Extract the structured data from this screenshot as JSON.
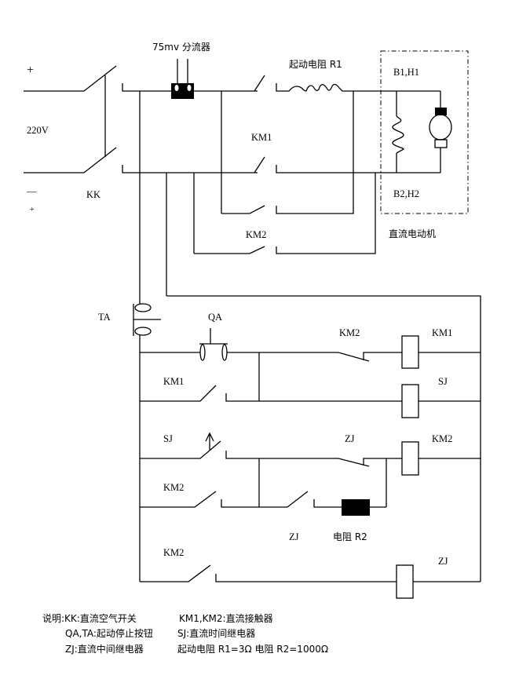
{
  "diagram": {
    "title": "直流电动机启动控制电路",
    "power": {
      "plus": "+",
      "minus": "—",
      "small_plus": "+",
      "voltage": "220V",
      "breaker": "KK"
    },
    "shunt": "75mv 分流器",
    "start_resistor": "起动电阻 R1",
    "motor": {
      "top_terminals": "B1,H1",
      "bottom_terminals": "B2,H2",
      "caption": "直流电动机"
    },
    "main_contacts": {
      "km1": "KM1",
      "km2": "KM2"
    },
    "control": {
      "ta": "TA",
      "qa": "QA",
      "row1_contact": "KM2",
      "row1_coil": "KM1",
      "row2_contact": "KM1",
      "row2_coil": "SJ",
      "row3_contact": "SJ",
      "row3_nc_contact": "ZJ",
      "row3_coil": "KM2",
      "row4_contact": "KM2",
      "row4_zj_contact": "ZJ",
      "row4_resistor": "电阻 R2",
      "row5_contact": "KM2",
      "row5_coil": "ZJ"
    }
  },
  "legend": {
    "line1_a": "说明:KK:直流空气开关",
    "line1_b": "KM1,KM2:直流接触器",
    "line2_a": "QA,TA:起动停止按钮",
    "line2_b": "SJ:直流时间继电器",
    "line3_a": "ZJ:直流中间继电器",
    "line3_b": "起动电阻 R1=3Ω  电阻 R2=1000Ω"
  }
}
